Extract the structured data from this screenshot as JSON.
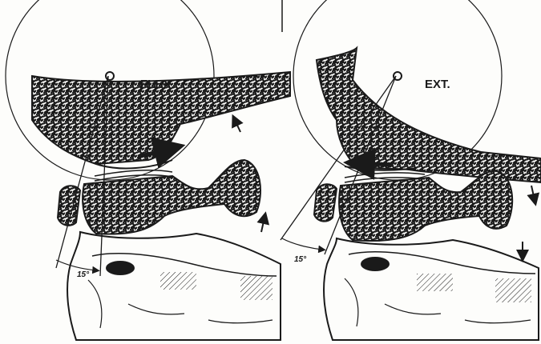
{
  "panels": [
    {
      "id": "flexion",
      "label": "FLEX.",
      "angle_label": "15°"
    },
    {
      "id": "extension",
      "label": "EXT.",
      "angle_label": "15°"
    }
  ],
  "colors": {
    "ink": "#1a1a1a",
    "paper": "#fdfdfb",
    "bone_fill": "#3a3a3a"
  }
}
